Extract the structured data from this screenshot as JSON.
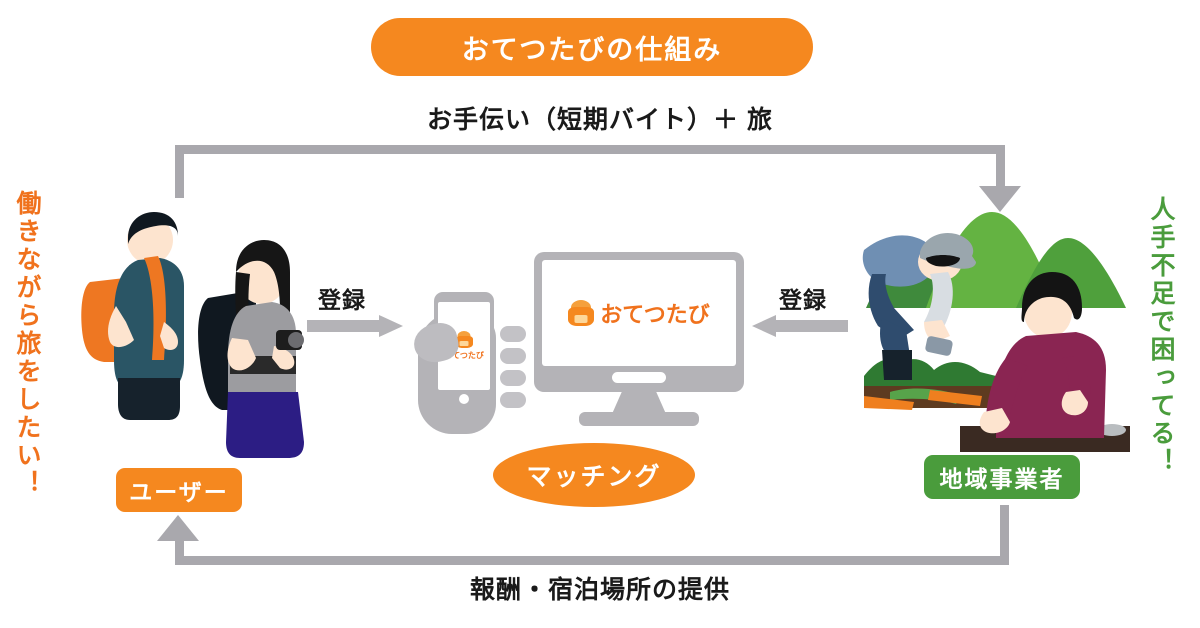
{
  "title": {
    "text": "おてつたびの仕組み"
  },
  "captions": {
    "top": "お手伝い（短期バイト）＋ 旅",
    "bottom": "報酬・宿泊場所の提供"
  },
  "side_text": {
    "left": "働きながら旅をしたい！",
    "right": "人手不足で困ってる！"
  },
  "flow": {
    "register_left": "登録",
    "register_right": "登録",
    "matching": "マッチング"
  },
  "labels": {
    "user": "ユーザー",
    "business": "地域事業者"
  },
  "brand": {
    "logo_text": "おてつたび",
    "phone_logo_text": "おてつたび"
  },
  "colors": {
    "orange": "#f5881f",
    "orange_text": "#f0721d",
    "green": "#4a9c3c",
    "gray_line": "#a9a8ad",
    "gray_arrow": "#b4b3b7",
    "text_dark": "#1a1a1a"
  },
  "icons": {
    "backpack": "backpack-icon",
    "monitor": "monitor-icon",
    "phone": "smartphone-icon",
    "hand": "hand-icon",
    "traveler_male": "traveler-male-illustration",
    "traveler_female": "traveler-female-illustration",
    "farmer": "farmer-harvesting-illustration",
    "cook": "cook-preparing-food-illustration",
    "mountains": "mountains-illustration"
  }
}
